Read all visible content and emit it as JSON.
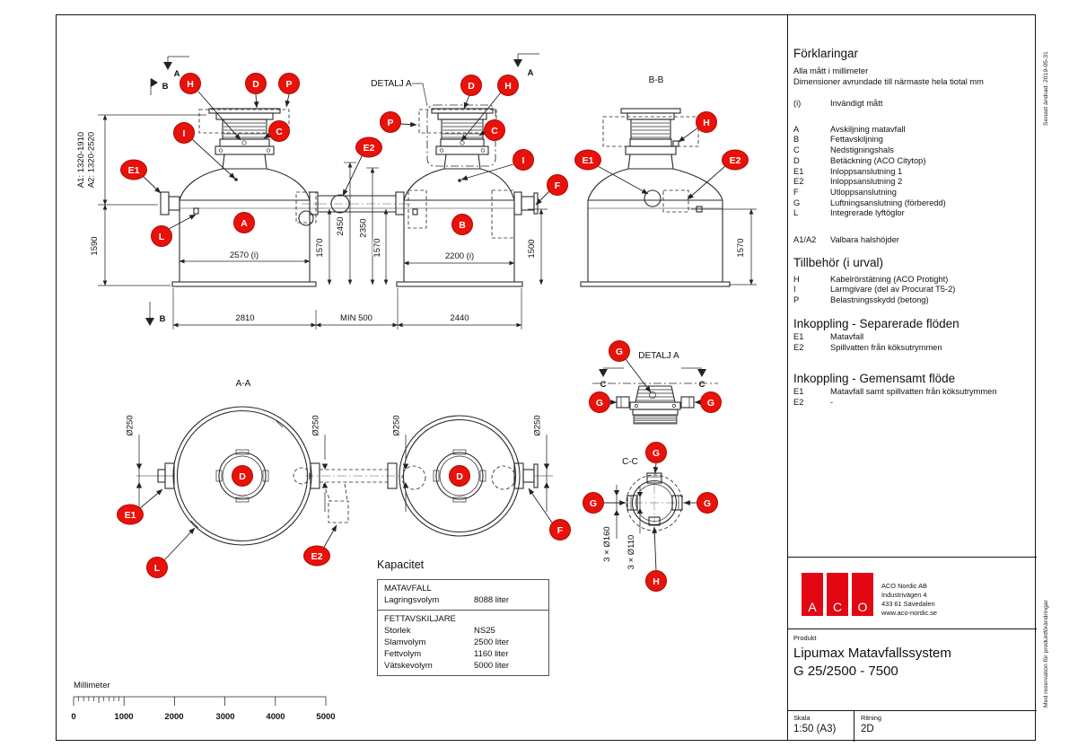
{
  "doc": {
    "side_note_top": "Senast ändrad: 2019-05-31",
    "side_note_bottom": "Med reservation för produktförändringar"
  },
  "colors": {
    "balloon_red": "#e8120b",
    "logo_red": "#e30613",
    "line": "#2a2a2a"
  },
  "titles": {
    "aa": "A-A",
    "bb": "B-B",
    "cc": "C-C",
    "detail": "DETALJ A",
    "detail_callout": "DETALJ A"
  },
  "section_marks": {
    "a1": "A",
    "b1": "B",
    "a2": "A",
    "b2": "B",
    "c1": "C",
    "c2": "C"
  },
  "balloons": {
    "elev": {
      "h1": "H",
      "d1": "D",
      "p1": "P",
      "c1": "C",
      "i1": "I",
      "e1": "E1",
      "l": "L",
      "a": "A",
      "e2": "E2",
      "d2": "D",
      "h2": "H",
      "p2": "P",
      "c2": "C",
      "i2": "I",
      "f": "F",
      "b": "B"
    },
    "bb": {
      "h": "H",
      "e1": "E1",
      "e2": "E2"
    },
    "aa": {
      "d1": "D",
      "d2": "D",
      "e1": "E1",
      "l": "L",
      "e2": "E2",
      "f": "F"
    },
    "detail": {
      "g1": "G",
      "g2": "G",
      "g3": "G"
    },
    "cc": {
      "g1": "G",
      "g2": "G",
      "g3": "G",
      "h": "H"
    }
  },
  "dims": {
    "elev": {
      "a1": "A1: 1320-1910",
      "a2": "A2: 1320-2520",
      "h1590": "1590",
      "w2570": "2570 (i)",
      "h1570a": "1570",
      "h2450": "2450",
      "h2350": "2350",
      "h1570b": "1570",
      "w2200": "2200 (i)",
      "h1500": "1500",
      "w2810": "2810",
      "min500": "MIN 500",
      "w2440": "2440"
    },
    "bb": {
      "h1570": "1570"
    },
    "aa": {
      "d250_1": "Ø250",
      "d250_2": "Ø250",
      "d250_3": "Ø250",
      "d250_4": "Ø250"
    },
    "cc": {
      "d160": "3 × Ø160",
      "d110": "3 × Ø110"
    }
  },
  "legend": {
    "title": "Förklaringar",
    "note1": "Alla mått i millimeter",
    "note2": "Dimensioner avrundade till närmaste hela tiotal mm",
    "inner": {
      "key": "(i)",
      "desc": "Invändigt mått"
    },
    "items": [
      {
        "key": "A",
        "desc": "Avskiljning matavfall"
      },
      {
        "key": "B",
        "desc": "Fettavskiljning"
      },
      {
        "key": "C",
        "desc": "Nedstigningshals"
      },
      {
        "key": "D",
        "desc": "Betäckning (ACO Citytop)"
      },
      {
        "key": "E1",
        "desc": "Inloppsanslutning 1"
      },
      {
        "key": "E2",
        "desc": "Inloppsanslutning 2"
      },
      {
        "key": "F",
        "desc": "Utloppsanslutning"
      },
      {
        "key": "G",
        "desc": "Luftningsanslutning (förberedd)"
      },
      {
        "key": "L",
        "desc": "Integrerade lyftöglor"
      }
    ],
    "neck": {
      "key": "A1/A2",
      "desc": "Valbara halshöjder"
    }
  },
  "accessories": {
    "title": "Tillbehör (i urval)",
    "items": [
      {
        "key": "H",
        "desc": "Kabelrörstätning (ACO Protight)"
      },
      {
        "key": "I",
        "desc": "Larmgivare (del av Procurat T5-2)"
      },
      {
        "key": "P",
        "desc": "Belastningsskydd (betong)"
      }
    ]
  },
  "connection_separate": {
    "title": "Inkoppling - Separerade flöden",
    "items": [
      {
        "key": "E1",
        "desc": "Matavfall"
      },
      {
        "key": "E2",
        "desc": "Spillvatten från köksutrymmen"
      }
    ]
  },
  "connection_common": {
    "title": "Inkoppling - Gemensamt flöde",
    "items": [
      {
        "key": "E1",
        "desc": "Matavfall samt spillvatten från köksutrymmen"
      },
      {
        "key": "E2",
        "desc": "-"
      }
    ]
  },
  "capacity": {
    "title": "Kapacitet",
    "sections": [
      {
        "header": "MATAVFALL",
        "rows": [
          {
            "label": "Lagringsvolym",
            "value": "8088 liter"
          }
        ]
      },
      {
        "header": "FETTAVSKILJARE",
        "rows": [
          {
            "label": "Storlek",
            "value": "NS25"
          },
          {
            "label": "Slamvolym",
            "value": "2500 liter"
          },
          {
            "label": "Fettvolym",
            "value": "1160 liter"
          },
          {
            "label": "Vätskevolym",
            "value": "5000 liter"
          }
        ]
      }
    ]
  },
  "scale_bar": {
    "title": "Millimeter",
    "ticks": [
      "0",
      "1000",
      "2000",
      "3000",
      "4000",
      "5000"
    ]
  },
  "title_block": {
    "logo_letters": [
      "A",
      "C",
      "O"
    ],
    "company": {
      "name": "ACO Nordic AB",
      "address1": "Industrivägen 4",
      "address2": "433 61  Sävedalen",
      "website": "www.aco-nordic.se"
    },
    "product_label": "Produkt",
    "product_line1": "Lipumax Matavfallssystem",
    "product_line2": "G 25/2500 - 7500",
    "scale_label": "Skala",
    "scale_value": "1:50 (A3)",
    "drawing_label": "Ritning",
    "drawing_value": "2D"
  }
}
